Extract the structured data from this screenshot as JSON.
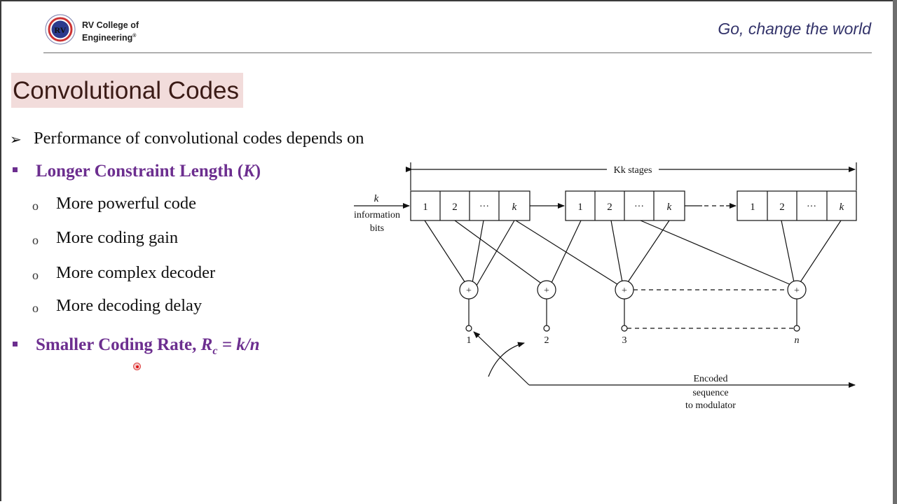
{
  "header": {
    "college_name_line1": "RV College of",
    "college_name_line2": "Engineering",
    "registered_mark": "®",
    "tagline": "Go, change the world",
    "logo_letters": "RV"
  },
  "slide": {
    "title": "Convolutional Codes",
    "intro": "Performance of convolutional codes depends on",
    "constraint_heading": "Longer Constraint Length (",
    "constraint_symbol": "K",
    "constraint_close": ")",
    "constraint_items": [
      "More powerful code",
      "More coding gain",
      "More complex decoder",
      "More decoding delay"
    ],
    "rate_heading": "Smaller Coding Rate, ",
    "rate_symbol": "R",
    "rate_sub": "c",
    "rate_expr": " = k/n"
  },
  "diagram": {
    "stages_label": "Kk stages",
    "input_k": "k",
    "input_line1": "information",
    "input_line2": "bits",
    "cells": [
      "1",
      "2",
      "···",
      "k"
    ],
    "adder": "+",
    "outputs": [
      "1",
      "2",
      "3",
      "n"
    ],
    "output_line1": "Encoded",
    "output_line2": "sequence",
    "output_line3": "to modulator"
  },
  "colors": {
    "accent_purple": "#6c2e8f",
    "title_bg": "#f2dcdb",
    "tagline": "#33336a"
  }
}
